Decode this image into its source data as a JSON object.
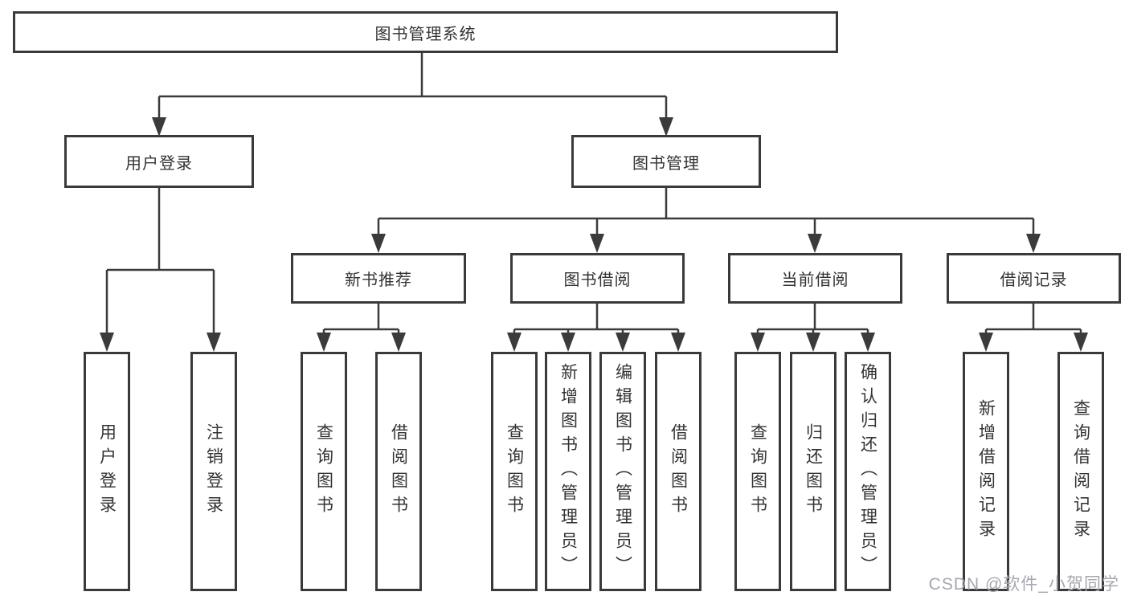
{
  "root": {
    "label": "图书管理系统"
  },
  "level2": [
    {
      "label": "用户登录"
    },
    {
      "label": "图书管理"
    }
  ],
  "level3": [
    {
      "label": "新书推荐"
    },
    {
      "label": "图书借阅"
    },
    {
      "label": "当前借阅"
    },
    {
      "label": "借阅记录"
    }
  ],
  "level4": [
    {
      "label": "用户登录"
    },
    {
      "label": "注销登录"
    },
    {
      "label": "查询图书"
    },
    {
      "label": "借阅图书"
    },
    {
      "label": "查询图书"
    },
    {
      "label": "新增图书（管理员）"
    },
    {
      "label": "编辑图书（管理员）"
    },
    {
      "label": "借阅图书"
    },
    {
      "label": "查询图书"
    },
    {
      "label": "归还图书"
    },
    {
      "label": "确认归还（管理员）"
    },
    {
      "label": "新增借阅记录"
    },
    {
      "label": "查询借阅记录"
    }
  ],
  "watermark": "CSDN @软件_小贺同学",
  "colors": {
    "line": "#3b3b3b",
    "border": "#3a3a3a",
    "text": "#333333",
    "watermark": "#a6a6af",
    "background": "#ffffff"
  }
}
